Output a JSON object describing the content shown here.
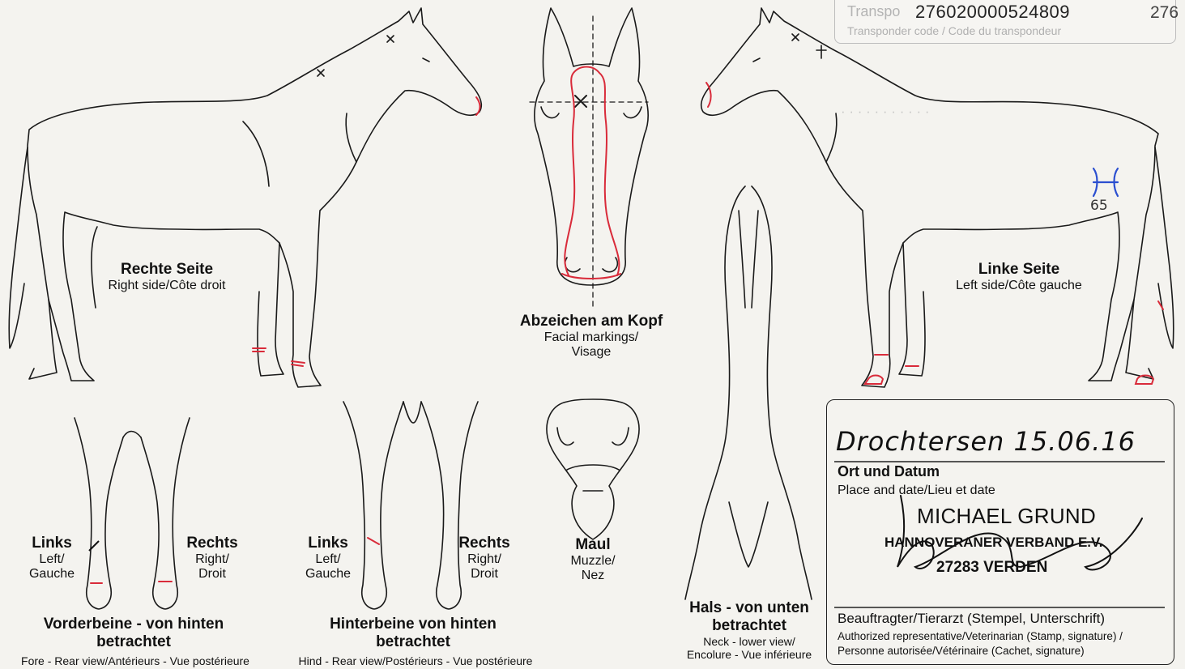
{
  "transponder": {
    "number": "276020000524809",
    "number_cut": "276",
    "label": "Transponder code / Code du transpondeur",
    "label_top": "Transpo"
  },
  "right_side": {
    "title": "Rechte Seite",
    "subtitle": "Right side/Côte droit"
  },
  "left_side": {
    "title": "Linke Seite",
    "subtitle": "Left side/Côte gauche"
  },
  "head": {
    "title": "Abzeichen am Kopf",
    "line1": "Facial markings/",
    "line2": "Visage"
  },
  "muzzle": {
    "title": "Maul",
    "line1": "Muzzle/",
    "line2": "Nez"
  },
  "neck": {
    "title_line1": "Hals - von unten",
    "title_line2": "betrachtet",
    "line1": "Neck - lower view/",
    "line2": "Encolure - Vue inférieure"
  },
  "forelegs": {
    "left": {
      "title": "Links",
      "line1": "Left/",
      "line2": "Gauche"
    },
    "right": {
      "title": "Rechts",
      "line1": "Right/",
      "line2": "Droit"
    },
    "title_line1": "Vorderbeine - von hinten",
    "title_line2": "betrachtet",
    "caption": "Fore - Rear view/Antérieurs - Vue postérieure"
  },
  "hindlegs": {
    "left": {
      "title": "Links",
      "line1": "Left/",
      "line2": "Gauche"
    },
    "right": {
      "title": "Rechts",
      "line1": "Right/",
      "line2": "Droit"
    },
    "title_line1": "Hinterbeine  von hinten",
    "title_line2": "betrachtet",
    "caption": "Hind - Rear view/Postérieurs - Vue postérieure"
  },
  "signature": {
    "handwritten_place_date": "Drochtersen 15.06.16",
    "place_date_label": "Ort und Datum",
    "place_date_sub": "Place and date/Lieu et date",
    "stamp_name": "MICHAEL GRUND",
    "stamp_org": "HANNOVERANER VERBAND E.V.",
    "stamp_city": "27283 VERDEN",
    "role_label": "Beauftragter/Tierarzt (Stempel, Unterschrift)",
    "role_sub1": "Authorized representative/Veterinarian (Stamp, signature) /",
    "role_sub2": "Personne autorisée/Vétérinaire (Cachet, signature)"
  },
  "marking_code": "65",
  "colors": {
    "ink": "#111111",
    "marking_red": "#d92b3a",
    "annotation_blue": "#2b4fd0",
    "paper": "#f4f3ef"
  }
}
